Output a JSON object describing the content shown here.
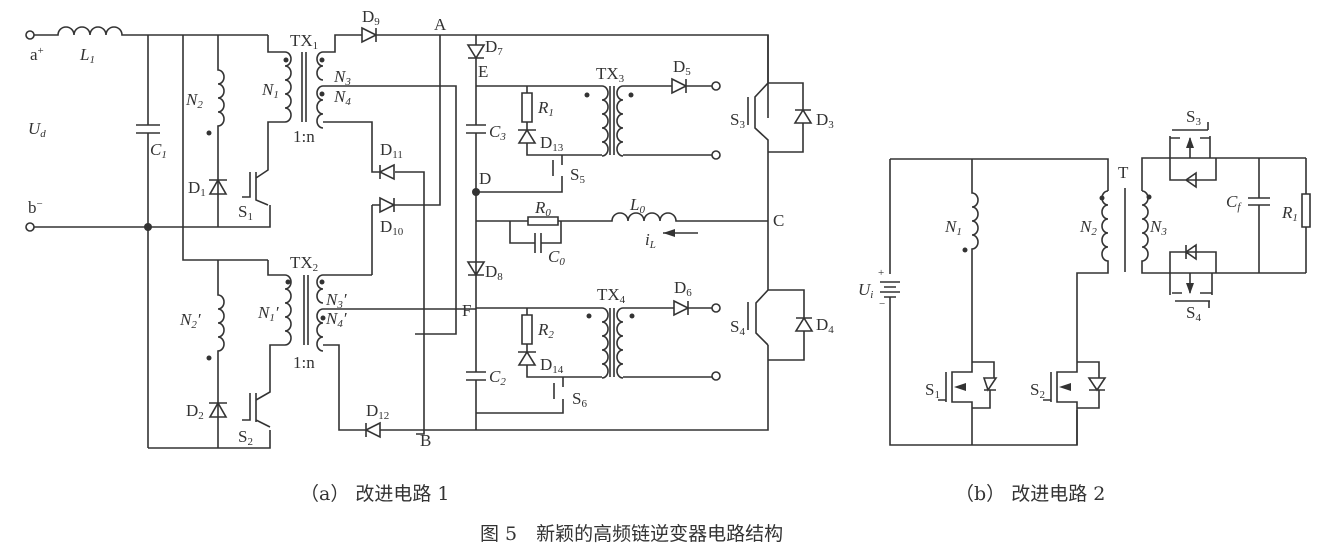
{
  "figure": {
    "caption": "图 5　新颖的高频链逆变器电路结构",
    "subcaption_a": "（a）  改进电路 1",
    "subcaption_b": "（b）  改进电路 2"
  },
  "circuit_a": {
    "terminals": {
      "a": "a",
      "b": "b"
    },
    "source_label": "U",
    "source_sub": "d",
    "nodes": [
      "A",
      "B",
      "C",
      "D",
      "E",
      "F"
    ],
    "components": {
      "L1": [
        "L",
        "1"
      ],
      "C1": [
        "C",
        "1"
      ],
      "N2": [
        "N",
        "2"
      ],
      "N2p": [
        "N",
        "2",
        "′"
      ],
      "D1": [
        "D",
        "1"
      ],
      "D2": [
        "D",
        "2"
      ],
      "S1": [
        "S",
        "1"
      ],
      "S2": [
        "S",
        "2"
      ],
      "TX1": [
        "TX",
        "1"
      ],
      "TX2": [
        "TX",
        "2"
      ],
      "N1": [
        "N",
        "1"
      ],
      "N1p": [
        "N",
        "1",
        "′"
      ],
      "N3": [
        "N",
        "3"
      ],
      "N4": [
        "N",
        "4"
      ],
      "N3p": [
        "N",
        "3",
        "′"
      ],
      "N4p": [
        "N",
        "4",
        "′"
      ],
      "ratio": "1:n",
      "D9": [
        "D",
        "9"
      ],
      "D10": [
        "D",
        "10"
      ],
      "D11": [
        "D",
        "11"
      ],
      "D12": [
        "D",
        "12"
      ],
      "D7": [
        "D",
        "7"
      ],
      "D8": [
        "D",
        "8"
      ],
      "C3": [
        "C",
        "3"
      ],
      "C2": [
        "C",
        "2"
      ],
      "R1": [
        "R",
        "1"
      ],
      "R2": [
        "R",
        "2"
      ],
      "D13": [
        "D",
        "13"
      ],
      "D14": [
        "D",
        "14"
      ],
      "S5": [
        "S",
        "5"
      ],
      "S6": [
        "S",
        "6"
      ],
      "TX3": [
        "TX",
        "3"
      ],
      "TX4": [
        "TX",
        "4"
      ],
      "D5": [
        "D",
        "5"
      ],
      "D6": [
        "D",
        "6"
      ],
      "S3": [
        "S",
        "3"
      ],
      "S4": [
        "S",
        "4"
      ],
      "D3": [
        "D",
        "3"
      ],
      "D4": [
        "D",
        "4"
      ],
      "R0": [
        "R",
        "0"
      ],
      "C0": [
        "C",
        "0"
      ],
      "L0": [
        "L",
        "0"
      ],
      "iL": [
        "i",
        "L"
      ]
    }
  },
  "circuit_b": {
    "source": [
      "U",
      "i"
    ],
    "polarity_plus": "+",
    "polarity_minus": "−",
    "transformer": "T",
    "components": {
      "N1": [
        "N",
        "1"
      ],
      "N2": [
        "N",
        "2"
      ],
      "N3": [
        "N",
        "3"
      ],
      "S1": [
        "S",
        "1"
      ],
      "S2": [
        "S",
        "2"
      ],
      "S3": [
        "S",
        "3"
      ],
      "S4": [
        "S",
        "4"
      ],
      "Cf": [
        "C",
        "f"
      ],
      "R1": [
        "R",
        "1"
      ]
    }
  }
}
